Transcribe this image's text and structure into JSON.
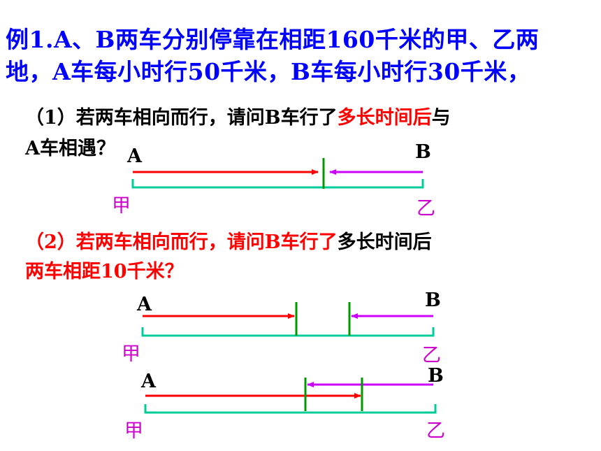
{
  "header": {
    "line1": "例1.A、B两车分别停靠在相距160千米的甲、乙两",
    "line2": "地，A车每小时行50千米，B车每小时行30千米，"
  },
  "question1": {
    "part_black": "（1）若两车相向而行，请问B车行了",
    "part_red": "多长时间后",
    "part_tail": "与",
    "line2": "A车相遇？"
  },
  "question2": {
    "part_red1": "（2）若两车相向而行，请问B车行了",
    "part_black": "多长时间后",
    "line2": "两车相距10千米？"
  },
  "diagrams": {
    "car_a": "A",
    "car_b": "B",
    "place_a": "甲",
    "place_b": "乙"
  },
  "colors": {
    "title": "#0000ff",
    "red": "#ff0000",
    "purple": "#cc00ff",
    "teal": "#00cc99",
    "green": "#009900",
    "place": "#cc00cc"
  }
}
